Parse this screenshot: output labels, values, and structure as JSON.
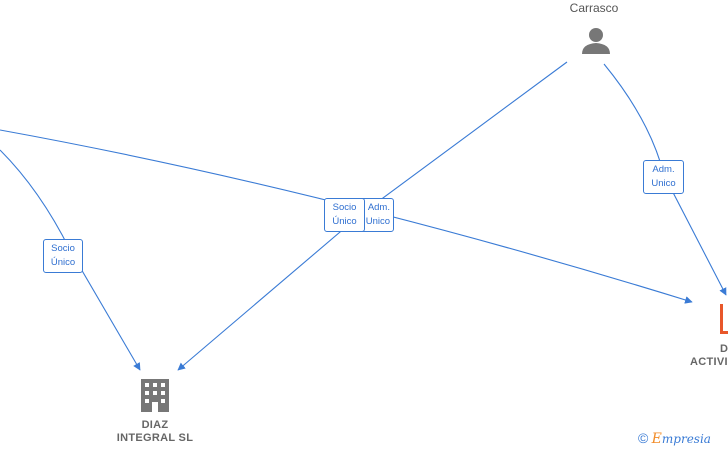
{
  "nodes": {
    "person_top": {
      "name": "Carrasco"
    },
    "company_bottom": {
      "name_line1": "DIAZ",
      "name_line2": "INTEGRAL  SL"
    },
    "company_right": {
      "name_line1": "D",
      "name_line2": "ACTIVI"
    }
  },
  "edge_labels": {
    "left_socio": {
      "line1": "Socio",
      "line2": "Único"
    },
    "center_socio": {
      "line1": "Socio",
      "line2": "Único"
    },
    "center_adm": {
      "line1": "Adm.",
      "line2": "Unico"
    },
    "right_adm": {
      "line1": "Adm.",
      "line2": "Unico"
    }
  },
  "footer": {
    "copyright": "©",
    "brand_initial": "E",
    "brand_rest": "mpresia"
  },
  "colors": {
    "edge": "#3a7bd5",
    "company_right_icon": "#e8572a",
    "icon_gray": "#777777"
  }
}
